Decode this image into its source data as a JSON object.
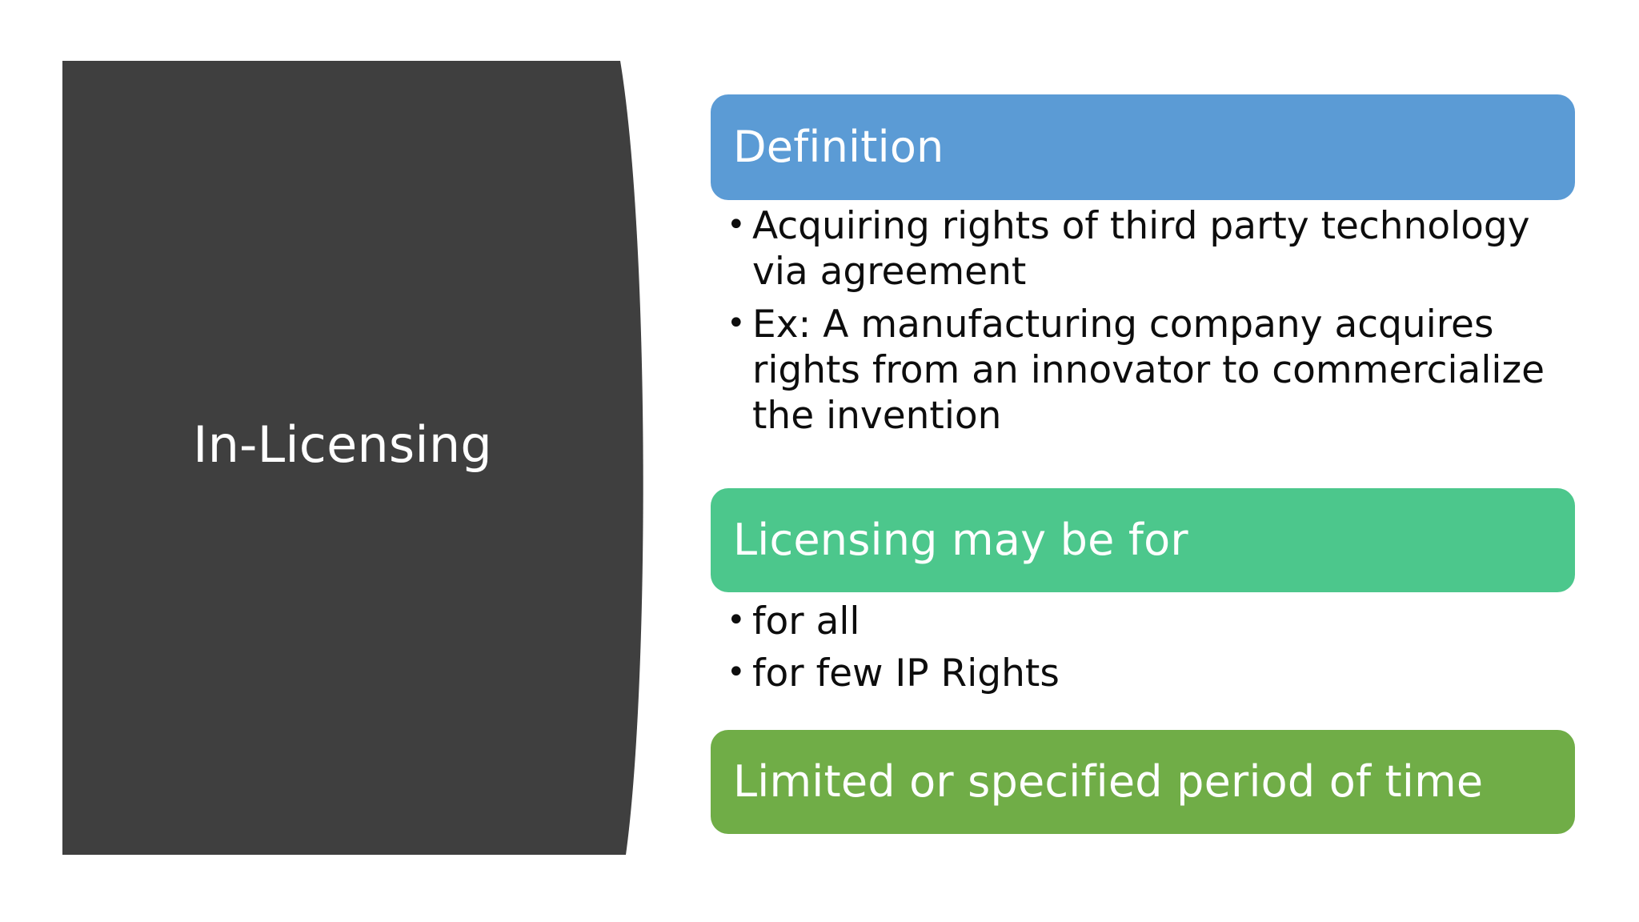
{
  "slide": {
    "background_color": "#FFFFFF",
    "left_panel": {
      "title": "In-Licensing",
      "shape_color": "#3F3F3F",
      "title_color": "#FFFFFF"
    },
    "sections": [
      {
        "id": "definition",
        "header": "Definition",
        "header_color": "#5B9BD5",
        "header_text_color": "#FFFFFF",
        "bullets": [
          "Acquiring rights of third party technology via agreement",
          "Ex: A manufacturing company acquires rights from an innovator to commercialize the invention"
        ]
      },
      {
        "id": "licensing-may-be-for",
        "header": "Licensing may be for",
        "header_color": "#4CC78C",
        "header_text_color": "#FFFFFF",
        "bullets": [
          "for all",
          "for few IP Rights"
        ]
      },
      {
        "id": "limited-period",
        "header": "Limited or specified period of time",
        "header_color": "#70AD47",
        "header_text_color": "#FFFFFF",
        "bullets": []
      }
    ],
    "bullet_glyph": "•",
    "bullet_text_color": "#0D0D0D"
  }
}
